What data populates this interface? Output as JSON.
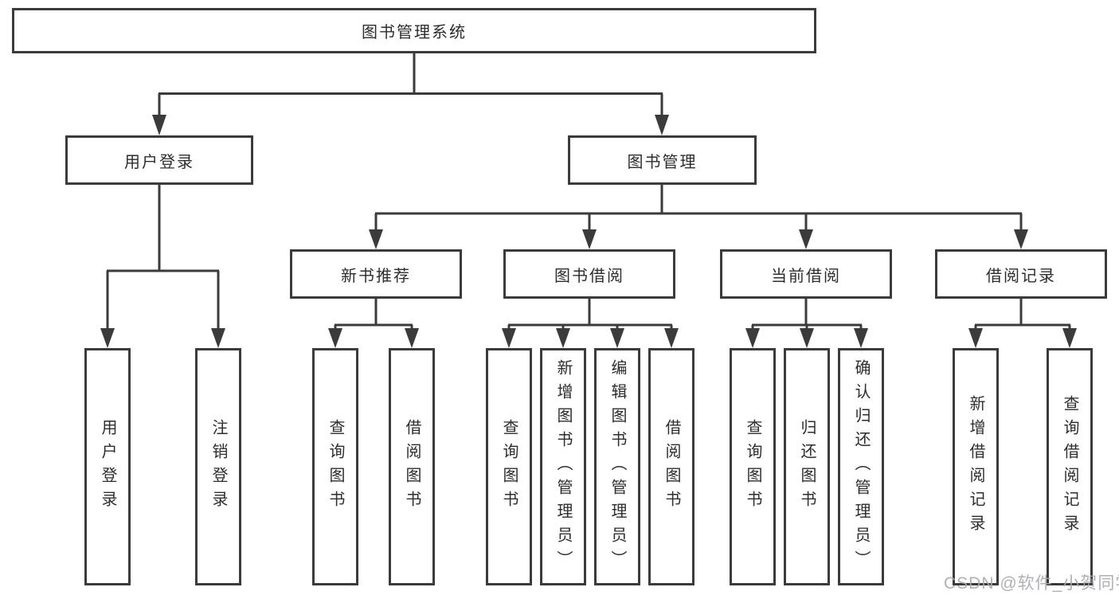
{
  "diagram": {
    "root": {
      "label": "图书管理系统"
    },
    "level2": [
      {
        "label": "用户登录"
      },
      {
        "label": "图书管理"
      }
    ],
    "level3": [
      {
        "label": "新书推荐"
      },
      {
        "label": "图书借阅"
      },
      {
        "label": "当前借阅"
      },
      {
        "label": "借阅记录"
      }
    ],
    "leaves": [
      {
        "label": "用户登录"
      },
      {
        "label": "注销登录"
      },
      {
        "label": "查询图书"
      },
      {
        "label": "借阅图书"
      },
      {
        "label": "查询图书"
      },
      {
        "label": "新增图书（管理员）"
      },
      {
        "label": "编辑图书（管理员）"
      },
      {
        "label": "借阅图书"
      },
      {
        "label": "查询图书"
      },
      {
        "label": "归还图书"
      },
      {
        "label": "确认归还（管理员）"
      },
      {
        "label": "新增借阅记录"
      },
      {
        "label": "查询借阅记录"
      }
    ],
    "colors": {
      "line": "#3b3b3b",
      "text": "#2d2d2d",
      "background": "#ffffff"
    }
  },
  "watermark": {
    "text": "CSDN @软件_小贺同学",
    "color": "#a6a9b0"
  }
}
